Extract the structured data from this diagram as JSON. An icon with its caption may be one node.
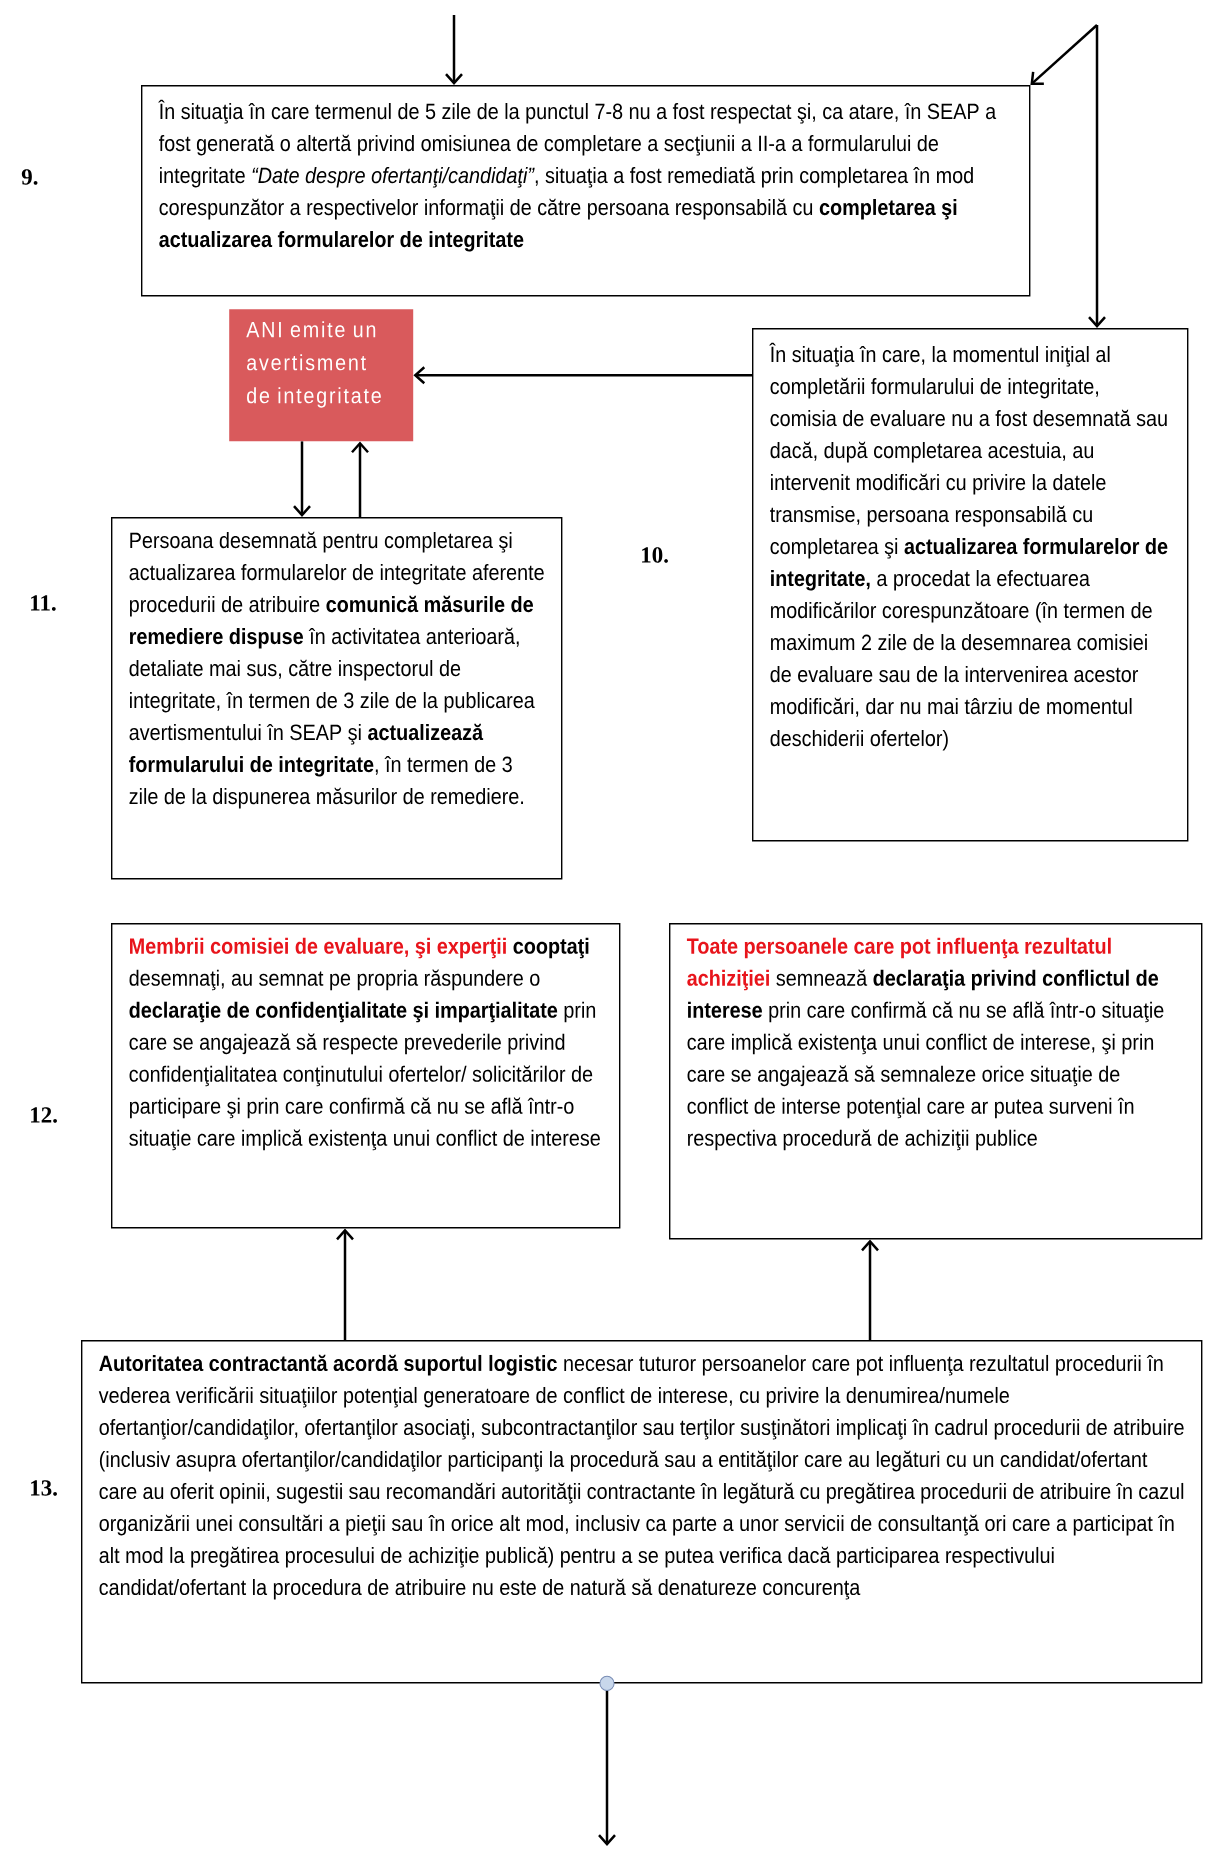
{
  "diagram": {
    "nodes": [
      {
        "text": [
          "În situaţia în care termenul de 5 zile de la punctul 7-8 nu a fost respectat şi, ca atare, în SEAP a fost generată o altertă privind omisiunea de completare a secţiunii a II-a a formularului de integritate *“Date despre ofertanţi/candidaţi”*, situaţia a fost remediată prin completarea în mod corespunzător a respectivelor informaţii de către persoana responsabilă cu **completarea şi actualizarea formularelor de integritate**"
        ]
      },
      {
        "text": [
          "ANI emite un avertisment de integritate"
        ]
      },
      {
        "text": [
          "În situaţia în care, la momentul iniţial al completării formularului de integritate, comisia de evaluare nu a fost desemnată sau dacă, după completarea acestuia, au intervenit modificări cu privire la datele transmise, persoana responsabilă cu completarea şi **actualizarea formularelor de integritate,** a procedat la efectuarea modificărilor corespunzătoare (în termen de maximum 2 zile de la desemnarea comisiei de evaluare sau de la intervenirea acestor modificări, dar nu mai târziu de momentul deschiderii ofertelor)"
        ]
      },
      {
        "text": [
          "Persoana desemnată pentru completarea şi actualizarea formularelor de integritate aferente procedurii de atribuire **comunică măsurile de remediere dispuse** în activitatea anterioară, detaliate mai sus, către inspectorul de integritate, în termen de 3 zile de la publicarea avertismentului în SEAP şi **actualizează formularului de integritate**, în termen de 3 zile de la dispunerea măsurilor de remediere."
        ]
      },
      {
        "text": [
          "Membrii comisiei de evaluare, şi experţii",
          "**cooptaţi** desemnaţi, au semnat pe propria răspundere o **declaraţie de confidenţialitate şi imparţialitate** prin care se angajează să respecte prevederile privind confidenţialitatea conţinutului ofertelor/ solicitărilor de participare şi prin care confirmă că nu se află într-o situaţie care implică existenţa unui conflict de interese"
        ]
      },
      {
        "text": [
          "Toate persoanele care pot influenţa rezultatul achiziţiei",
          "semnează **declaraţia privind conflictul de interese** prin care confirmă că nu se află într-o situaţie care implică existenţa unui conflict de interese, şi prin care se angajează să semnaleze orice situaţie de conflict de interse potenţial care ar putea surveni în respectiva procedură de achiziţii publice"
        ]
      },
      {
        "text": [
          "**Autoritatea contractantă acordă suportul logistic** necesar tuturor persoanelor care pot influenţa rezultatul procedurii în vederea verificării situaţiilor potenţial generatoare de conflict de interese, cu privire la denumirea/numele ofertanţior/candidaţilor, ofertanţilor asociaţi, subcontractanţilor sau terţilor susţinători implicaţi în cadrul procedurii de atribuire (inclusiv asupra ofertanţilor/candidaţilor participanţi la procedură sau a entităţilor care au legături cu un candidat/ofertant care au oferit opinii, sugestii sau recomandări autorităţii contractante în legătură cu pregătirea procedurii de atribuire în cazul organizării unei consultări a pieţii sau în orice alt mod, inclusiv ca parte a unor servicii de consultanţă ori care a participat în alt mod la pregătirea procesului de achiziţie publică) pentru a se putea verifica dacă participarea respectivului candidat/ofertant la procedura de atribuire nu este de natură să denatureze concurenţa"
        ]
      }
    ],
    "edges": [
      {
        "from": null,
        "to": 0,
        "arrow": "to"
      },
      {
        "from": null,
        "to": 0,
        "arrow": "to"
      },
      {
        "from": null,
        "to": 2,
        "arrow": "to"
      },
      {
        "from": 2,
        "to": 1,
        "arrow": "to"
      },
      {
        "from": 1,
        "to": 3,
        "arrow": "to"
      },
      {
        "from": 3,
        "to": 1,
        "arrow": "to"
      },
      {
        "from": 6,
        "to": 4,
        "arrow": "to"
      },
      {
        "from": 6,
        "to": 5,
        "arrow": "to"
      },
      {
        "from": 6,
        "to": null,
        "arrow": "to"
      }
    ],
    "labels": [
      "9.",
      "10.",
      "11.",
      "12.",
      "13."
    ]
  }
}
